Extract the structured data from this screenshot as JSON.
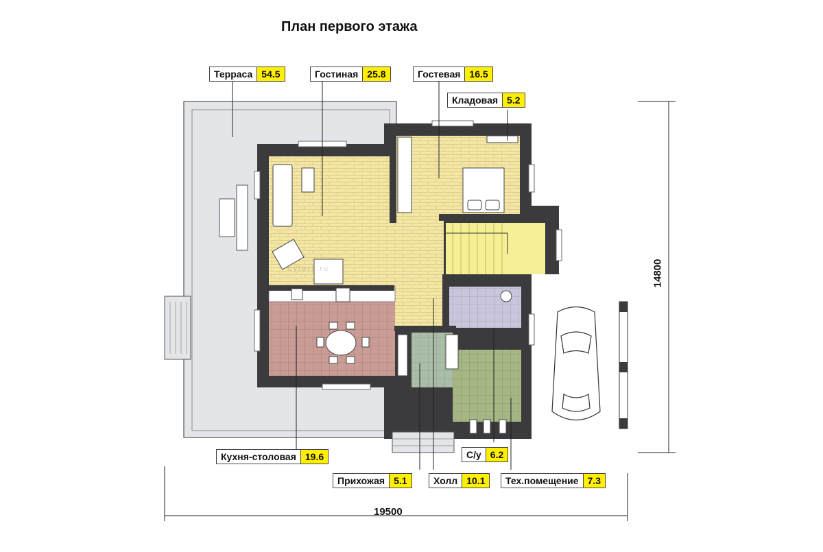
{
  "title": "План первого этажа",
  "rooms": {
    "terrace": {
      "name": "Терраса",
      "area": "54.5"
    },
    "living": {
      "name": "Гостиная",
      "area": "25.8"
    },
    "guest": {
      "name": "Гостевая",
      "area": "16.5"
    },
    "pantry": {
      "name": "Кладовая",
      "area": "5.2"
    },
    "kitchen": {
      "name": "Кухня-столовая",
      "area": "19.6"
    },
    "wc": {
      "name": "С/у",
      "area": "6.2"
    },
    "entry": {
      "name": "Прихожая",
      "area": "5.1"
    },
    "hall": {
      "name": "Холл",
      "area": "10.1"
    },
    "tech": {
      "name": "Тех.помещение",
      "area": "7.3"
    }
  },
  "dimensions": {
    "width": "19500",
    "depth": "14800"
  },
  "watermark": "cvtors.ru",
  "colors": {
    "wall": "#3b3b3d",
    "terrace": "#e4e5e8",
    "living": "#f3e6a6",
    "guest": "#f3e6a6",
    "kitchen": "#c99d96",
    "wc": "#c9c6dc",
    "entry": "#aabda8",
    "tech": "#a6b785",
    "stair": "#f7ef96",
    "label_area": "#ffef00"
  }
}
